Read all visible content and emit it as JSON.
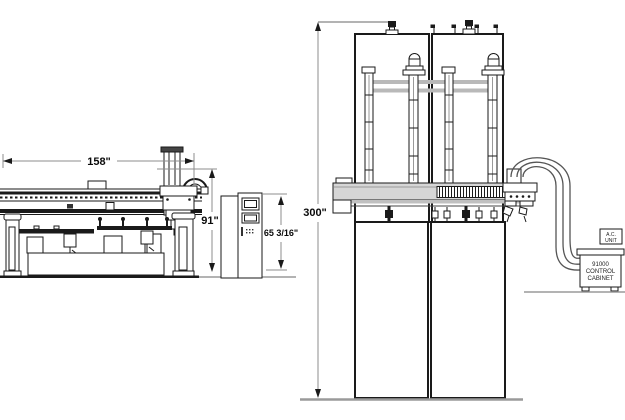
{
  "drawing": {
    "side_view": {
      "width_dim": "158\"",
      "height_dim": "91\"",
      "console_height_dim": "65 3/16\""
    },
    "front_view": {
      "height_dim": "300\""
    },
    "cabinet": {
      "ac_unit_line1": "A.C.",
      "ac_unit_line2": "UNIT",
      "name_line1": "91000",
      "name_line2": "CONTROL",
      "name_line3": "CABINET"
    }
  },
  "colors": {
    "line": "#1a1a1a",
    "dim_line": "#8c8c8c",
    "beam_fill": "#d6d6d6",
    "background": "#ffffff"
  }
}
